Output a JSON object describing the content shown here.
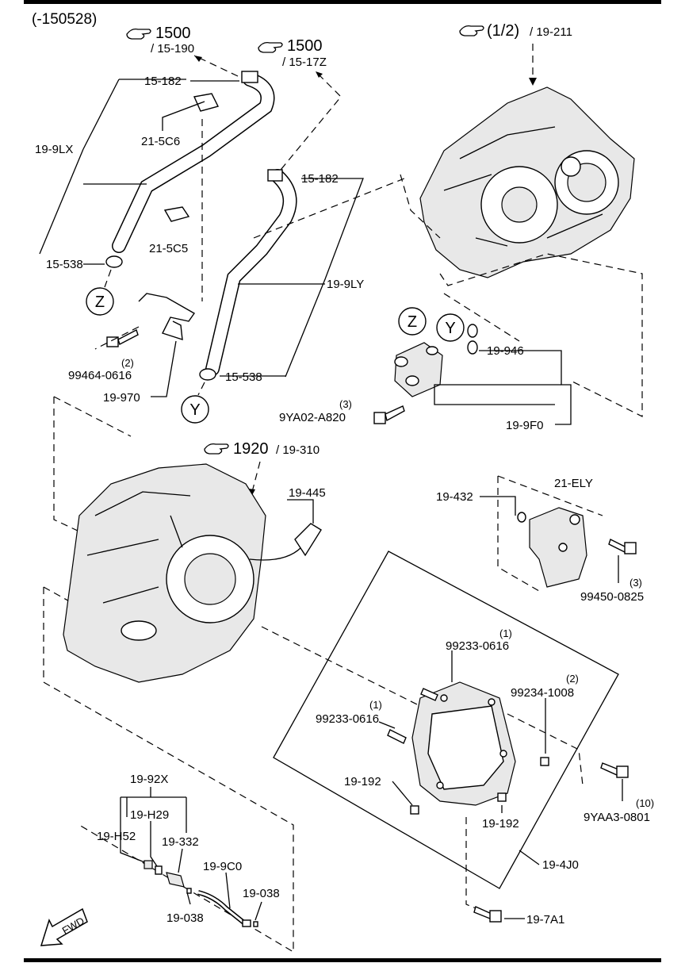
{
  "diagram": {
    "date_code": "(-150528)",
    "refs": [
      {
        "id": "ref_1500_a",
        "num": "1500",
        "sub": "/ 15-190"
      },
      {
        "id": "ref_1500_b",
        "num": "1500",
        "sub": "/ 15-17Z"
      },
      {
        "id": "ref_12",
        "num": "(1/2)",
        "sub": "/ 19-211"
      },
      {
        "id": "ref_1920",
        "num": "1920",
        "sub": "/ 19-310"
      }
    ],
    "labels": {
      "l_15182_a": "15-182",
      "l_215C6": "21-5C6",
      "l_199LX": "19-9LX",
      "l_15182_b": "15-182",
      "l_215C5": "21-5C5",
      "l_15538_a": "15-538",
      "l_199LY": "19-9LY",
      "l_19946": "19-946",
      "l_99464": "99464-0616",
      "l_99464_q": "(2)",
      "l_19970": "19-970",
      "l_15538_b": "15-538",
      "l_9YA02": "9YA02-A820",
      "l_9YA02_q": "(3)",
      "l_199F0": "19-9F0",
      "l_19445": "19-445",
      "l_19432": "19-432",
      "l_21ELY": "21-ELY",
      "l_99450": "99450-0825",
      "l_99450_q": "(3)",
      "l_99233_a": "99233-0616",
      "l_99233_a_q": "(1)",
      "l_99234": "99234-1008",
      "l_99234_q": "(2)",
      "l_99233_b": "99233-0616",
      "l_99233_b_q": "(1)",
      "l_19192_a": "19-192",
      "l_9YAA3": "9YAA3-0801",
      "l_9YAA3_q": "(10)",
      "l_19192_b": "19-192",
      "l_1992X": "19-92X",
      "l_19H29": "19-H29",
      "l_19H52": "19-H52",
      "l_19332": "19-332",
      "l_199C0": "19-9C0",
      "l_19038_a": "19-038",
      "l_19038_b": "19-038",
      "l_194J0": "19-4J0",
      "l_197A1": "19-7A1"
    },
    "callouts": {
      "z_left": "Z",
      "y_left": "Y",
      "z_right": "Z",
      "y_right": "Y"
    },
    "fwd": "FWD"
  }
}
